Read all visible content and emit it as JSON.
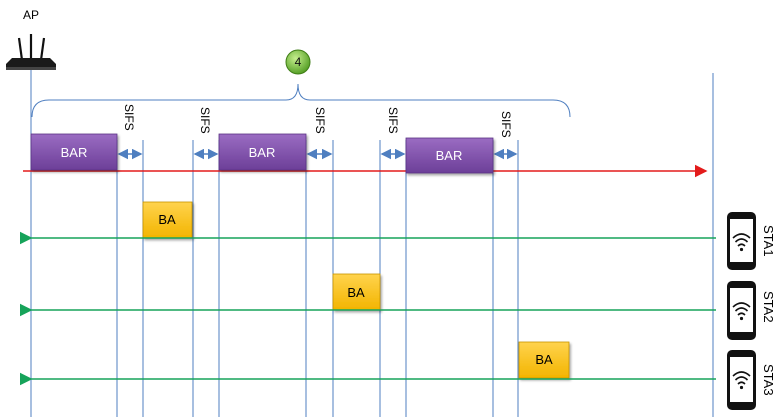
{
  "ap": {
    "label": "AP",
    "icon": "router-icon"
  },
  "step": {
    "number": "4"
  },
  "sifs_label": "SIFS",
  "bar_label": "BAR",
  "ba_label": "BA",
  "stations": [
    {
      "label": "STA1",
      "icon": "smartphone-icon"
    },
    {
      "label": "STA2",
      "icon": "smartphone-icon"
    },
    {
      "label": "STA3",
      "icon": "smartphone-icon"
    }
  ],
  "colors": {
    "ap_line": "#e31b1b",
    "sta_line": "#16a35a",
    "bar_fill": "#7e4ea8",
    "ba_fill": "#ffc000",
    "guide_line": "#4f7fc0",
    "step_badge": "#7ac143"
  }
}
